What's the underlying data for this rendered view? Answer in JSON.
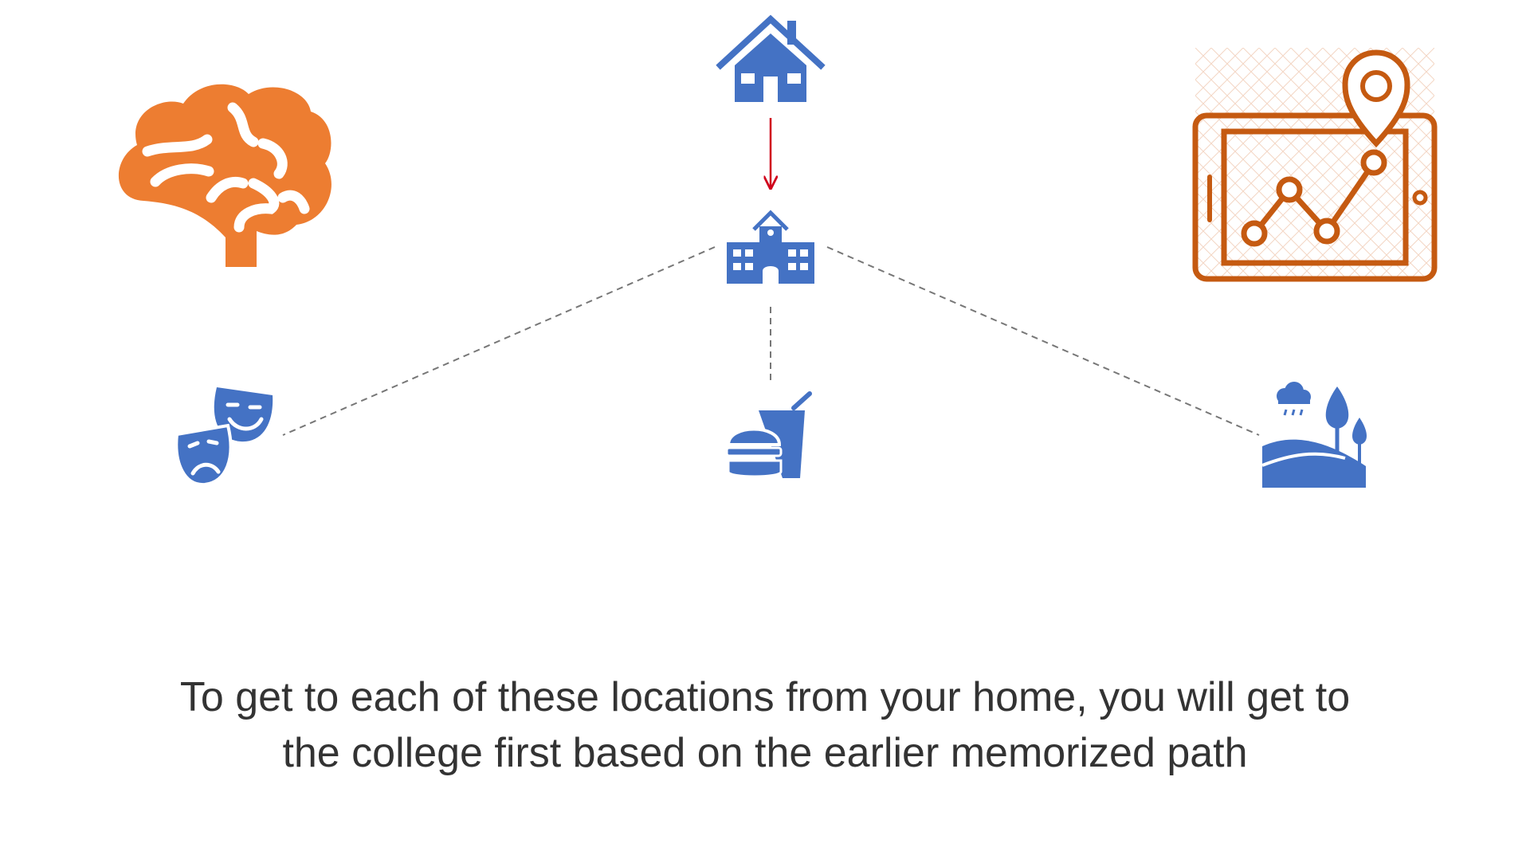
{
  "caption": {
    "line1": "To get to each of these locations from your home, you will get to",
    "line2": "the college first based on the earlier memorized path"
  },
  "colors": {
    "icon_blue": "#4472C4",
    "icon_orange": "#ED7D31",
    "map_orange": "#C55A11",
    "arrow_red": "#D0021B",
    "dash_gray": "#777777"
  },
  "icons": {
    "top_left": "brain-icon",
    "top_center": "home-icon",
    "top_right": "tablet-map-route-icon",
    "center": "college-icon",
    "bottom_left": "theater-masks-icon",
    "bottom_center": "fast-food-icon",
    "bottom_right": "park-landscape-icon"
  },
  "connections": [
    {
      "from": "home",
      "to": "college",
      "style": "solid-arrow"
    },
    {
      "from": "college",
      "to": "theater",
      "style": "dashed"
    },
    {
      "from": "college",
      "to": "restaurant",
      "style": "dashed"
    },
    {
      "from": "college",
      "to": "park",
      "style": "dashed"
    }
  ]
}
